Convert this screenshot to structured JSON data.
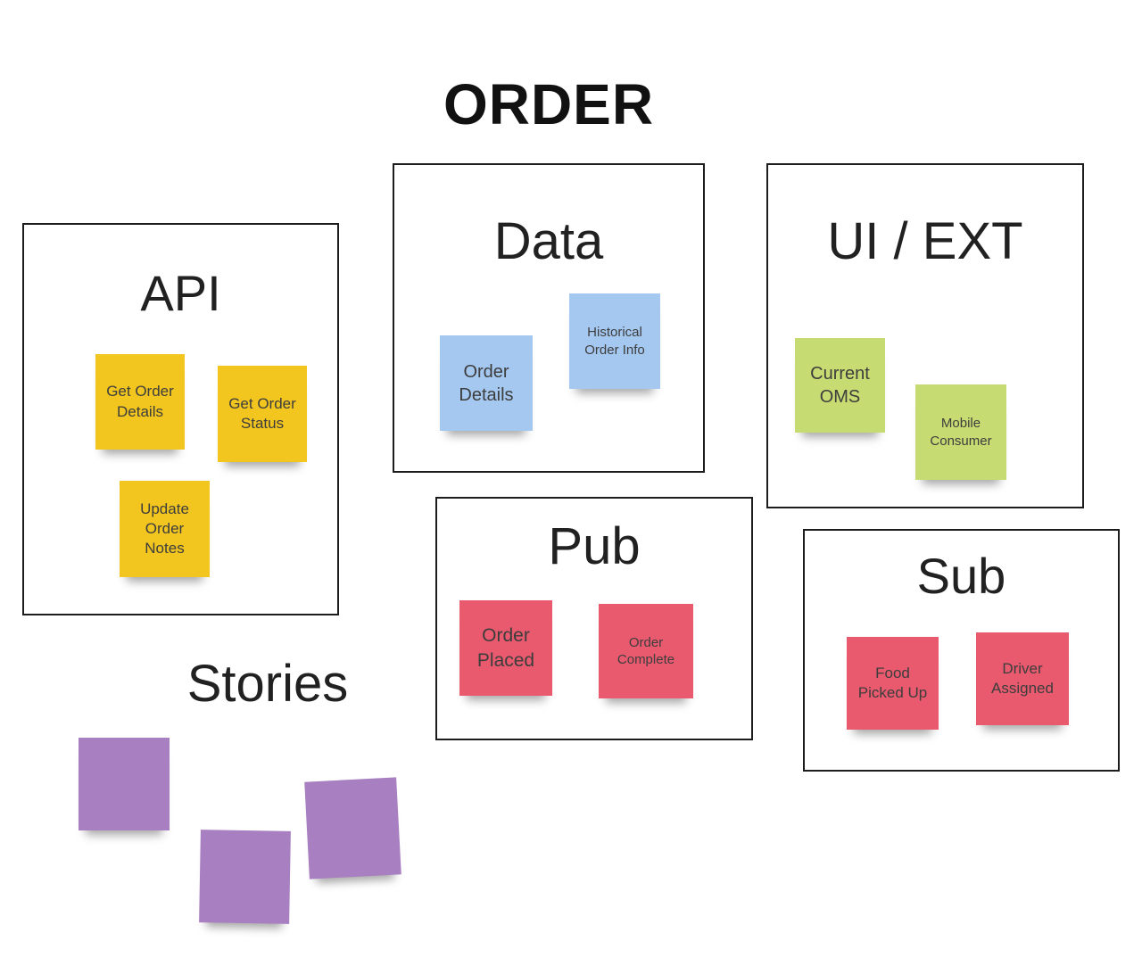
{
  "board": {
    "title": "ORDER"
  },
  "sections": {
    "api": {
      "title": "API",
      "notes": [
        {
          "text": "Get Order Details"
        },
        {
          "text": "Get Order Status"
        },
        {
          "text": "Update Order Notes"
        }
      ]
    },
    "data": {
      "title": "Data",
      "notes": [
        {
          "text": "Order Details"
        },
        {
          "text": "Historical Order Info"
        }
      ]
    },
    "ui_ext": {
      "title": "UI / EXT",
      "notes": [
        {
          "text": "Current OMS"
        },
        {
          "text": "Mobile Consumer"
        }
      ]
    },
    "pub": {
      "title": "Pub",
      "notes": [
        {
          "text": "Order Placed"
        },
        {
          "text": "Order Complete"
        }
      ]
    },
    "sub": {
      "title": "Sub",
      "notes": [
        {
          "text": "Food Picked Up"
        },
        {
          "text": "Driver Assigned"
        }
      ]
    },
    "stories": {
      "title": "Stories",
      "notes": [
        {
          "text": ""
        },
        {
          "text": ""
        },
        {
          "text": ""
        }
      ]
    }
  },
  "colors": {
    "yellow": "#F2C61E",
    "blue": "#A5C8F0",
    "green": "#C6DC72",
    "pink": "#E95A6F",
    "purple": "#A87FC1",
    "ink": "#212121"
  }
}
